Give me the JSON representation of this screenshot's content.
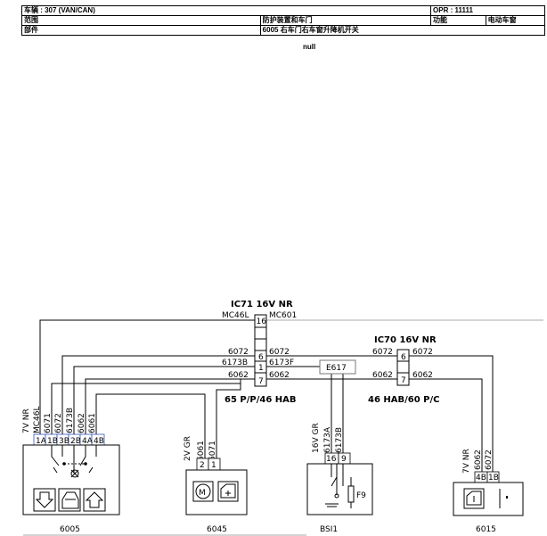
{
  "header": {
    "vehicle": "车辆 : 307 (VAN/CAN)",
    "opr": "OPR : 11111",
    "scope_label": "范围",
    "scope_value": "防护装置和车门",
    "function_label": "功能",
    "function_value": "电动车窗",
    "part_label": "部件",
    "part_value": "6005 右车门右车窗升降机开关",
    "note": "null"
  },
  "diagram": {
    "ic71": {
      "title": "IC71 16V NR",
      "left_wire": "MC46L",
      "right_wire": "MC601",
      "pins": [
        "16",
        "6",
        "1",
        "7"
      ]
    },
    "ic70": {
      "title": "IC70 16V NR",
      "pins": [
        "6",
        "7"
      ]
    },
    "wires": {
      "w6072": "6072",
      "w6173B": "6173B",
      "w6173F": "6173F",
      "w6062": "6062",
      "w6061": "6061",
      "w6071": "6071",
      "w6173A": "6173A"
    },
    "splice": "E617",
    "harness_left": "65 P/P/46 HAB",
    "harness_right": "46 HAB/60 P/C",
    "c6005": {
      "connector": "7V NR",
      "wire_mc46l": "MC46L",
      "wires": [
        "6071",
        "6072",
        "6173B",
        "6062",
        "6061"
      ],
      "pins": [
        "1A",
        "1B",
        "3B",
        "2B",
        "4A",
        "4B"
      ],
      "label": "6005"
    },
    "c6045": {
      "connector": "2V GR",
      "wires": [
        "6061",
        "6071"
      ],
      "pins": [
        "2",
        "1"
      ],
      "label": "6045"
    },
    "bsi1": {
      "connector": "16V GR",
      "wires": [
        "6173A",
        "6173B"
      ],
      "pins": [
        "16",
        "9"
      ],
      "fuse": "F9",
      "label": "BSI1"
    },
    "c6015": {
      "connector": "7V NR",
      "wires": [
        "6062",
        "6072"
      ],
      "pins": [
        "4B",
        "1B"
      ],
      "label": "6015"
    }
  }
}
